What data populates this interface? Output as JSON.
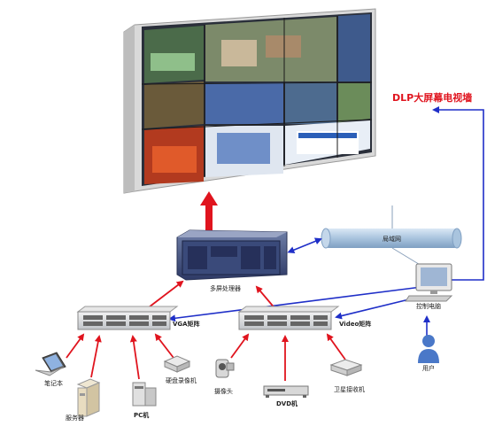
{
  "title": "DLP大屏幕电视墙",
  "devices": {
    "processor": "多屏处理器",
    "lan": "局域网",
    "control_pc": "控制电脑",
    "user": "用户",
    "vga_matrix": "VGA矩阵",
    "video_matrix": "Video矩阵",
    "laptop": "笔记本",
    "server": "服务器",
    "pc": "PC机",
    "hdd_recorder": "硬盘录像机",
    "camera": "摄像头",
    "dvd": "DVD机",
    "satellite_receiver": "卫星接收机"
  },
  "colors": {
    "arrow_red": "#e0141e",
    "arrow_blue": "#1f2fc8",
    "lan_pipe": "#a9c4de"
  },
  "icons": [
    "video-wall-icon",
    "processor-icon",
    "lan-pipe-icon",
    "monitor-icon",
    "user-icon",
    "switch-icon",
    "laptop-icon",
    "server-icon",
    "pc-icon",
    "recorder-icon",
    "camera-icon",
    "dvd-icon",
    "satellite-receiver-icon"
  ]
}
